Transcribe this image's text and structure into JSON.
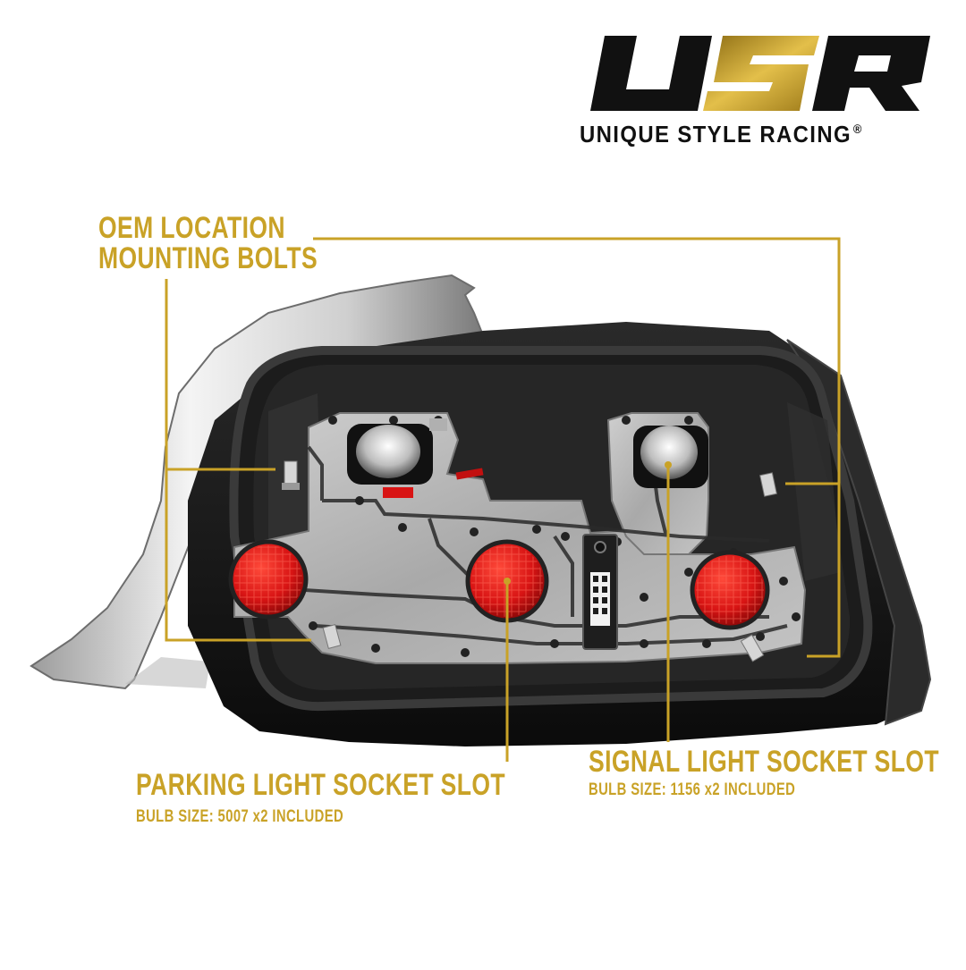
{
  "brand": {
    "logo_letters": "USR",
    "name": "UNIQUE STYLE RACING",
    "registered_mark": "®"
  },
  "callouts": {
    "mounting": {
      "line1": "OEM LOCATION",
      "line2": "MOUNTING BOLTS"
    },
    "parking": {
      "title": "PARKING LIGHT SOCKET SLOT",
      "subtitle": "BULB SIZE: 5007 x2 INCLUDED"
    },
    "signal": {
      "title": "SIGNAL LIGHT SOCKET SLOT",
      "subtitle": "BULB SIZE: 1156 x2 INCLUDED"
    }
  },
  "colors": {
    "accent_gold": "#c9a227",
    "housing_black": "#151515",
    "circuit_board": "#b8b8b8",
    "socket_red": "#d81414",
    "chrome_trim": "#dcdcdc",
    "logo_black": "#111111"
  }
}
